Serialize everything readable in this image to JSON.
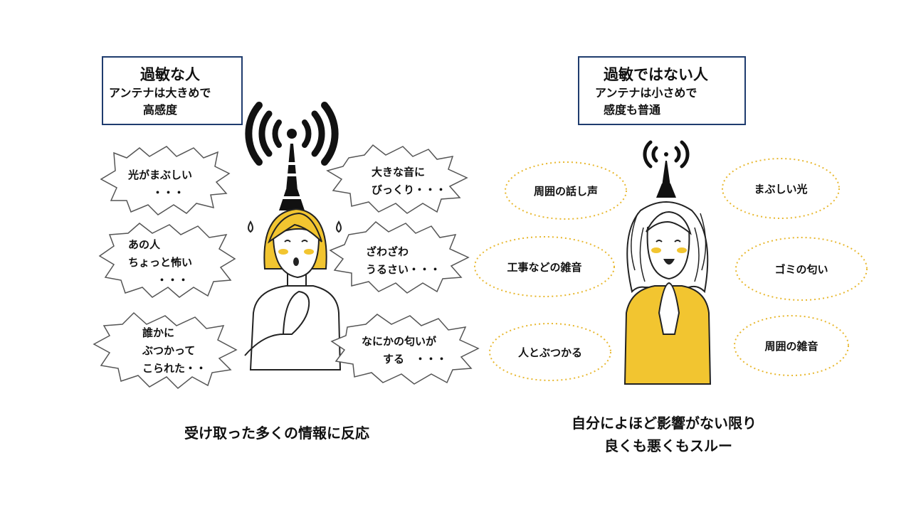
{
  "left": {
    "title": "過敏な人",
    "subtitle_line1": "アンテナは大きめで",
    "subtitle_line2": "高感度",
    "bubbles": [
      {
        "line1": "光がまぶしい",
        "line2": "・・・",
        "line3": ""
      },
      {
        "line1": "あの人",
        "line2": "ちょっと怖い",
        "line3": "・・・"
      },
      {
        "line1": "誰かに",
        "line2": "ぶつかって",
        "line3": "こられた・・"
      },
      {
        "line1": "大きな音に",
        "line2": "びっくり・・・",
        "line3": ""
      },
      {
        "line1": "ざわざわ",
        "line2": "うるさい・・・",
        "line3": ""
      },
      {
        "line1": "なにかの匂いが",
        "line2": "する　・・・",
        "line3": ""
      }
    ],
    "caption": "受け取った多くの情報に反応"
  },
  "right": {
    "title": "過敏ではない人",
    "subtitle_line1": "アンテナは小さめで",
    "subtitle_line2": "感度も普通",
    "ellipses": [
      {
        "label": "周囲の話し声"
      },
      {
        "label": "工事などの雑音"
      },
      {
        "label": "人とぶつかる"
      },
      {
        "label": "まぶしい光"
      },
      {
        "label": "ゴミの匂い"
      },
      {
        "label": "周囲の雑音"
      }
    ],
    "caption_line1": "自分によほど影響がない限り",
    "caption_line2": "良くも悪くもスルー"
  },
  "colors": {
    "box_border": "#1f3c6e",
    "hair_yellow": "#f2c530",
    "ellipse_dots": "#e8b830",
    "bubble_stroke": "#555555"
  }
}
